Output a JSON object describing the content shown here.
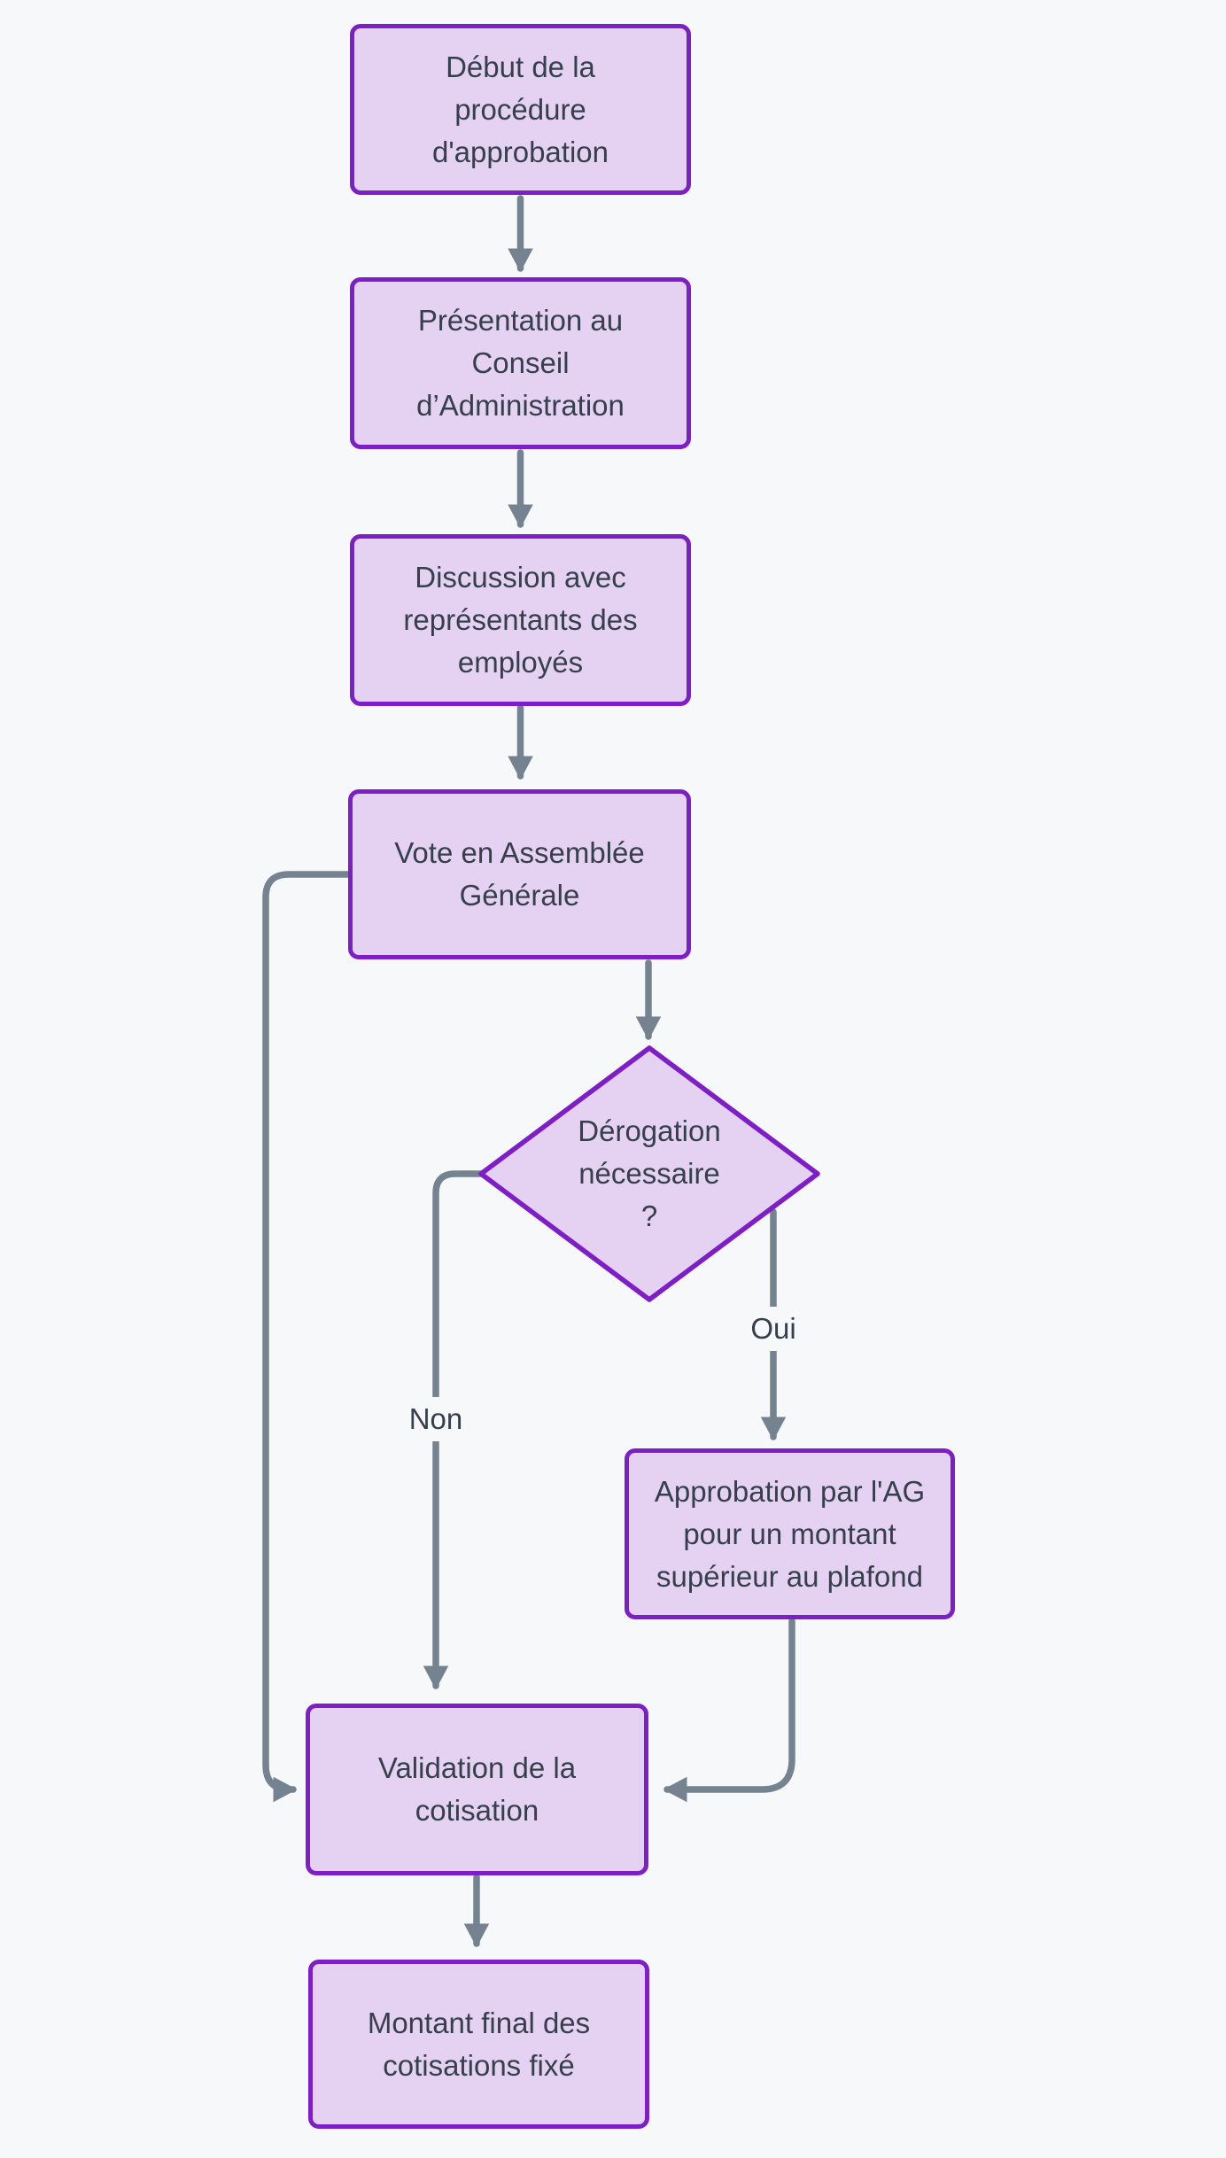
{
  "diagram": {
    "type": "flowchart",
    "direction": "top-down",
    "colors": {
      "background": "#f7f8fa",
      "node_fill": "#e5d2f2",
      "node_border": "#7d1ec6",
      "node_text": "#353f4d",
      "edge": "#75828f"
    },
    "nodes": [
      {
        "id": "start",
        "shape": "rect",
        "label": "Début de la\nprocédure\nd'approbation"
      },
      {
        "id": "presentation_ca",
        "shape": "rect",
        "label": "Présentation au\nConseil\nd’Administration"
      },
      {
        "id": "discussion",
        "shape": "rect",
        "label": "Discussion avec\nreprésentants des\nemployés"
      },
      {
        "id": "vote_ag",
        "shape": "rect",
        "label": "Vote en Assemblée\nGénérale"
      },
      {
        "id": "derogation",
        "shape": "diamond",
        "label": "Dérogation\nnécessaire\n?"
      },
      {
        "id": "approbation_ag",
        "shape": "rect",
        "label": "Approbation par l'AG\npour un montant\nsupérieur au plafond"
      },
      {
        "id": "validation",
        "shape": "rect",
        "label": "Validation de la\ncotisation"
      },
      {
        "id": "montant_final",
        "shape": "rect",
        "label": "Montant final des\ncotisations fixé"
      }
    ],
    "edges": [
      {
        "from": "start",
        "to": "presentation_ca",
        "label": ""
      },
      {
        "from": "presentation_ca",
        "to": "discussion",
        "label": ""
      },
      {
        "from": "discussion",
        "to": "vote_ag",
        "label": ""
      },
      {
        "from": "vote_ag",
        "to": "derogation",
        "label": ""
      },
      {
        "from": "derogation",
        "to": "approbation_ag",
        "label": "Oui"
      },
      {
        "from": "derogation",
        "to": "validation",
        "label": "Non"
      },
      {
        "from": "approbation_ag",
        "to": "validation",
        "label": ""
      },
      {
        "from": "vote_ag",
        "to": "validation",
        "label": ""
      },
      {
        "from": "validation",
        "to": "montant_final",
        "label": ""
      }
    ]
  }
}
